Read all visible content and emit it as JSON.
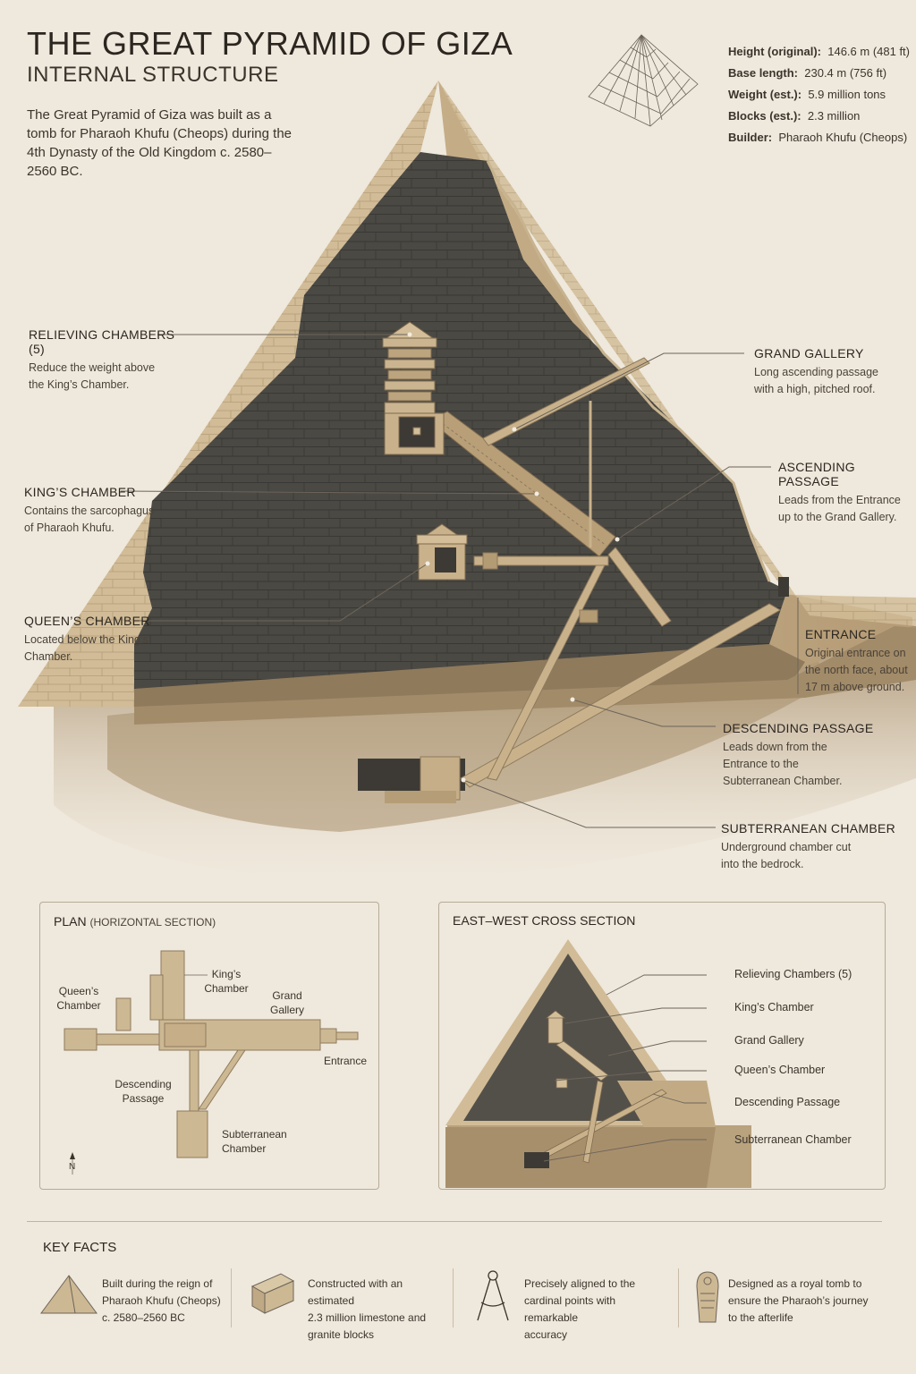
{
  "header": {
    "title": "THE GREAT PYRAMID OF GIZA",
    "subtitle": "INTERNAL STRUCTURE",
    "intro": "The Great Pyramid of Giza was built as a tomb for Pharaoh Khufu (Cheops) during the 4th Dynasty of the Old Kingdom c. 2580–2560 BC."
  },
  "specs": [
    {
      "key": "Height (original):",
      "value": "146.6 m (481 ft)"
    },
    {
      "key": "Base length:",
      "value": "230.4 m (756 ft)"
    },
    {
      "key": "Weight (est.):",
      "value": "5.9 million tons"
    },
    {
      "key": "Blocks (est.):",
      "value": "2.3 million"
    },
    {
      "key": "Builder:",
      "value": "Pharaoh Khufu (Cheops)"
    }
  ],
  "labels": {
    "relieving": {
      "title": "RELIEVING CHAMBERS",
      "title2": "(5)",
      "desc1": "Reduce the weight above",
      "desc2": "the King’s Chamber."
    },
    "kings": {
      "title": "KING’S CHAMBER",
      "desc1": "Contains the sarcophagus",
      "desc2": "of Pharaoh Khufu."
    },
    "queens": {
      "title": "QUEEN’S CHAMBER",
      "desc1": "Located below the King’s",
      "desc2": "Chamber."
    },
    "grand": {
      "title": "GRAND GALLERY",
      "desc1": "Long ascending passage",
      "desc2": "with a high, pitched roof."
    },
    "ascending": {
      "title": "ASCENDING PASSAGE",
      "desc1": "Leads from the Entrance",
      "desc2": "up to the Grand Gallery."
    },
    "entrance": {
      "title": "ENTRANCE",
      "desc1": "Original entrance on",
      "desc2": "the north face, about",
      "desc3": "17 m above ground."
    },
    "descending": {
      "title": "DESCENDING PASSAGE",
      "desc1": "Leads down from the",
      "desc2": "Entrance to the",
      "desc3": "Subterranean Chamber."
    },
    "subterranean": {
      "title": "SUBTERRANEAN CHAMBER",
      "desc1": "Underground chamber cut",
      "desc2": "into the bedrock."
    }
  },
  "plan": {
    "title": "PLAN",
    "title_suffix": "(HORIZONTAL SECTION)",
    "kings": "King’s Chamber",
    "queens": "Queen’s Chamber",
    "grand": "Grand Gallery",
    "entrance": "Entrance",
    "descending": "Descending Passage",
    "subterranean": "Subterranean Chamber",
    "north": "N"
  },
  "cross": {
    "title": "EAST–WEST CROSS SECTION",
    "items": [
      "Relieving Chambers (5)",
      "King’s Chamber",
      "Grand Gallery",
      "Queen’s Chamber",
      "Descending Passage",
      "Subterranean Chamber"
    ]
  },
  "facts": {
    "title": "KEY FACTS",
    "items": [
      {
        "icon": "pyramid-icon",
        "lines": [
          "Built during the reign of",
          "Pharaoh Khufu (Cheops)",
          "c. 2580–2560 BC"
        ]
      },
      {
        "icon": "stone-block-icon",
        "lines": [
          "Constructed with an estimated",
          "2.3 million limestone and",
          "granite blocks"
        ]
      },
      {
        "icon": "compass-icon",
        "lines": [
          "Precisely aligned to the",
          "cardinal points with remarkable",
          "accuracy"
        ]
      },
      {
        "icon": "sarcophagus-icon",
        "lines": [
          "Designed as a royal tomb to",
          "ensure the Pharaoh’s journey",
          "to the afterlife"
        ]
      }
    ]
  },
  "colors": {
    "background": "#efe8dc",
    "limestone": "#cdb894",
    "interior": "#4a4843",
    "bedrock": "#a88f6c",
    "passage": "#c9b28b"
  }
}
